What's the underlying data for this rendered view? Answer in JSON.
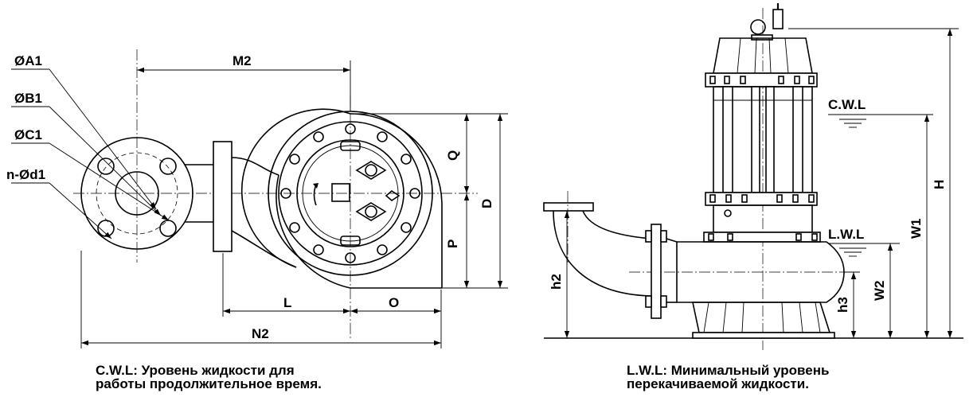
{
  "plan_view": {
    "labels": {
      "a1": "ØA1",
      "b1": "ØB1",
      "c1": "ØC1",
      "d1": "n-Ød1",
      "m2": "M2",
      "n2": "N2",
      "l": "L",
      "o": "O",
      "q": "Q",
      "p": "P",
      "d": "D"
    }
  },
  "side_view": {
    "labels": {
      "cwl": "C.W.L",
      "lwl": "L.W.L",
      "h": "H",
      "w1": "W1",
      "w2": "W2",
      "h2": "h2",
      "h3": "h3"
    }
  },
  "captions": {
    "cwl_lines": [
      "C.W.L: Уровень жидкости для",
      "работы продолжительное время."
    ],
    "lwl_lines": [
      "L.W.L: Минимальный уровень",
      "перекачиваемой жидкости."
    ]
  }
}
